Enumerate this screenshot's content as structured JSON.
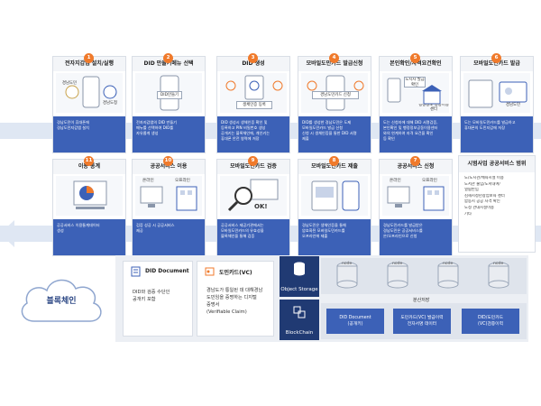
{
  "steps": [
    {
      "num": "1",
      "title": "전자지갑앱 설치/실행",
      "chips": [
        "경남도민",
        "경남도청"
      ],
      "desc": [
        "경남도민이 휴대폰에",
        "경남도민지갑앱 설치"
      ]
    },
    {
      "num": "2",
      "title": "DID 만들기메뉴 선택",
      "chips": [
        "DID만들기"
      ],
      "desc": [
        "전자지갑앱의 DID 만들기",
        "메뉴를 선택하여 DID를",
        "자유롭게 생성"
      ]
    },
    {
      "num": "3",
      "title": "DID 생성",
      "chips": [
        "생체인증 등록"
      ],
      "desc": [
        "DID 생성시 생체인증 확인 및",
        "등록하고 PIN 비밀번호 생성",
        "공개키는 블록체인에, 개인키는",
        "휴대폰 안전 영역에 저장"
      ]
    },
    {
      "num": "4",
      "title": "모바일도민카드 발급신청",
      "chips": [
        "경남도민카드 신청"
      ],
      "desc": [
        "DID를 생성한 경남도민은 도제",
        "모바일도민카드 발급 신청",
        "신청 시 생체인증을 통한 DID 서명",
        "제출"
      ]
    },
    {
      "num": "5",
      "title": "본인확인/자격요건확인",
      "chips": [
        "도지사 발급확인",
        "행정정보 공동이용센터"
      ],
      "desc": [
        "도는 신청자에 대해 DID 서명검증,",
        "본인확인 및 행정정보공동이용센터",
        "와의 연계하여 자격 요건을 확인",
        "등 확인"
      ]
    },
    {
      "num": "6",
      "title": "모바일도민카드 발급",
      "chips": [
        "경남도민"
      ],
      "desc": [
        "도는 모바일도민카드를 발급하고",
        "휴대폰의 도민지갑에 저장"
      ]
    },
    {
      "num": "7",
      "title": "공공서비스 신청",
      "sub": [
        "온라인",
        "오프라인"
      ],
      "desc": [
        "경남도민카드를 발급받은",
        "경남도민은 공공서비스를",
        "온/오프라인으로 신청"
      ]
    },
    {
      "num": "8",
      "title": "모바일도민카드 제출",
      "desc": [
        "경남도민은 생체인증을 통해",
        "암호화된 모바일도민카드를",
        "오프라인에 제출"
      ]
    },
    {
      "num": "9",
      "title": "모바일도민카드 검증",
      "ok": "OK!",
      "desc": [
        "공공서비스 제공기관에서는",
        "모바일도민카드의 유효성을",
        "블록체인을 통해 검증"
      ]
    },
    {
      "num": "10",
      "title": "공공서비스 이용",
      "sub": [
        "온라인",
        "오프라인"
      ],
      "desc": [
        "검증 성공 시 공공서비스",
        "제공"
      ]
    },
    {
      "num": "11",
      "title": "이용 통계",
      "desc": [
        "공공서비스 이용통계데이터",
        "생성"
      ]
    }
  ],
  "scope": {
    "title": "시범사업 공공서비스 범위",
    "items": [
      "도/도시관/체육시설 이용",
      "도서관 출입/도서대여/",
      "열람반입",
      "김해시청년창업보육 센터",
      "함동시 공공 자격 확인",
      "도청 관내시설이용",
      "기타"
    ]
  },
  "cloud_label": "블록체인",
  "did_document": {
    "title": "DID Document",
    "lines": [
      "DID와 검증 수단인",
      "공개키 포함"
    ]
  },
  "vc": {
    "title": "도민카드(VC)",
    "lines": [
      "경남도가 통일된 데 대해경남",
      "도민임을 증명하는 디지털",
      "증명서",
      "(Verifiable Claim)"
    ]
  },
  "storage": {
    "tag": "Object Storage",
    "nodes": [
      "node",
      "node",
      "node",
      "node"
    ],
    "distributed": "분산저장"
  },
  "blockchain": {
    "tag": "BlockChain",
    "boxes": [
      [
        "DID Document",
        "(공개키)"
      ],
      [
        "도민카드(VC) 발급이력",
        "전자서명 데이터"
      ],
      [
        "DID/도민카드",
        "(VC)검증이력"
      ]
    ]
  },
  "colors": {
    "accent": "#3c61b7",
    "number": "#f07a2b",
    "dark": "#203a73",
    "band": "#dfe7f3"
  }
}
